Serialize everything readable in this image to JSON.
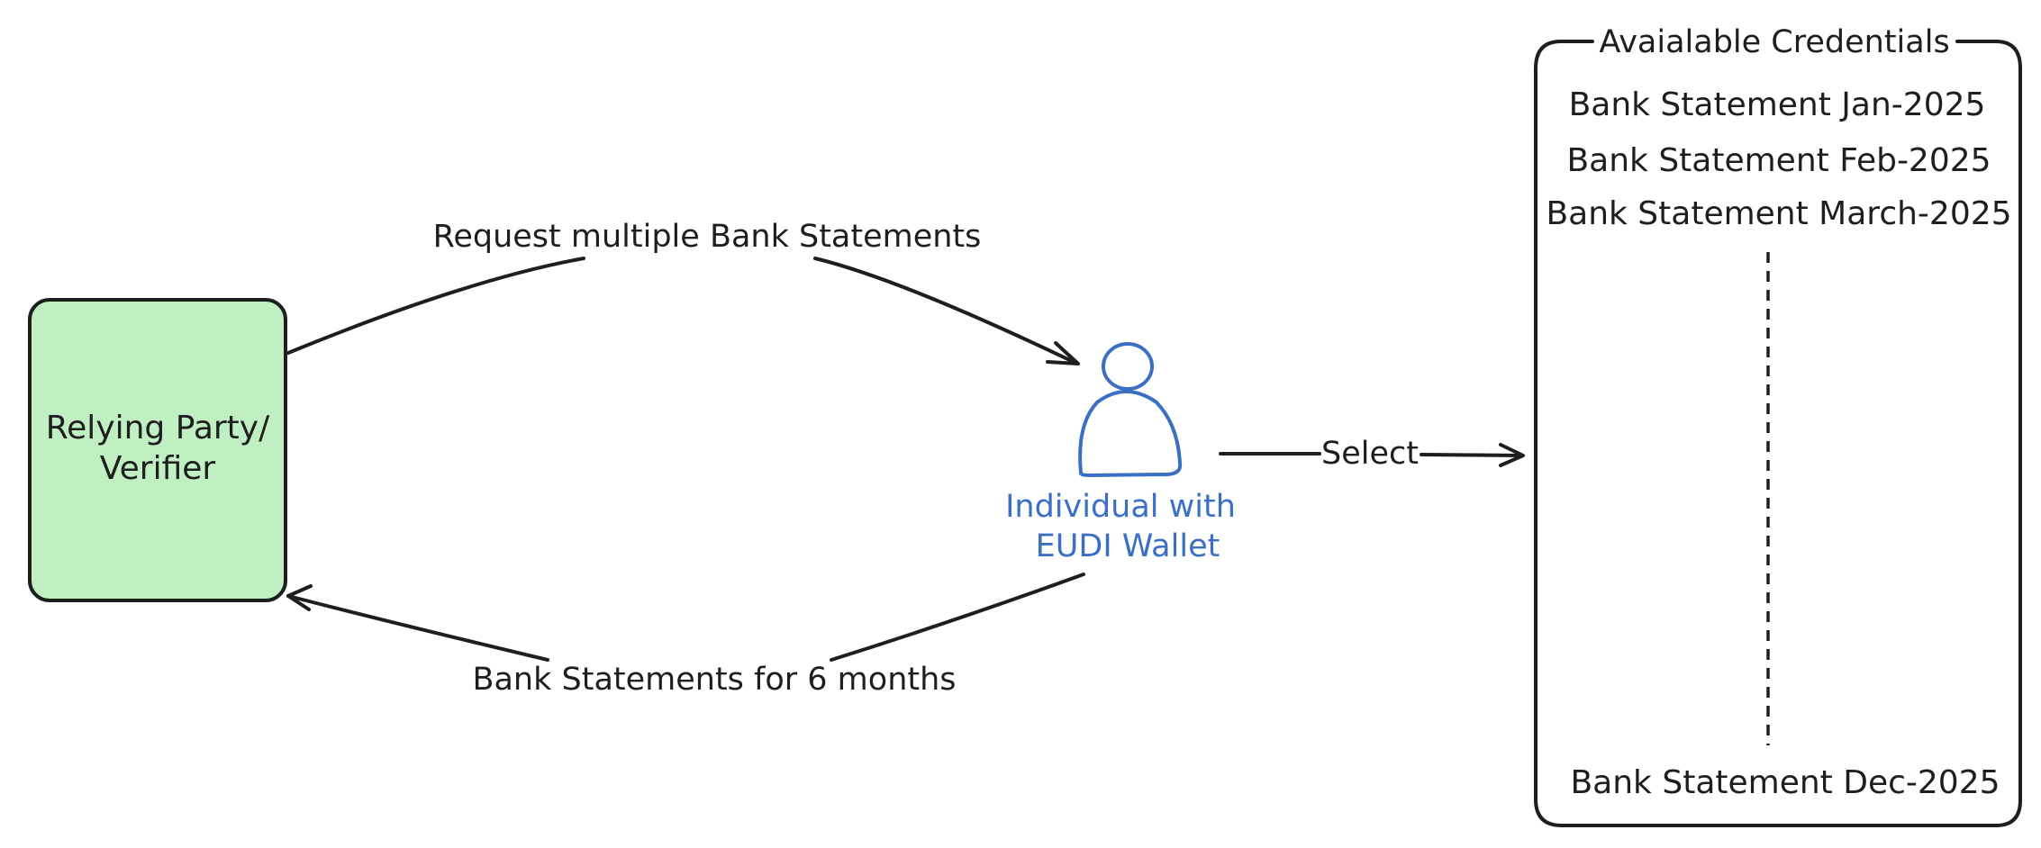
{
  "relying_party": {
    "label_line1": "Relying Party/",
    "label_line2": "Verifier"
  },
  "individual": {
    "label_line1": "Individual with",
    "label_line2": "EUDI Wallet"
  },
  "arrows": {
    "request_label": "Request multiple Bank Statements",
    "response_label": "Bank Statements for 6 months",
    "select_label": "Select"
  },
  "credentials_panel": {
    "title": "Avaialable Credentials",
    "items": [
      "Bank Statement Jan-2025",
      "Bank Statement Feb-2025",
      "Bank Statement March-2025"
    ],
    "last_item": "Bank Statement Dec-2025"
  },
  "colors": {
    "stroke": "#1e1e1e",
    "relying_party_fill": "#b2f2bb",
    "individual": "#3a6fc4",
    "background": "#ffffff"
  }
}
